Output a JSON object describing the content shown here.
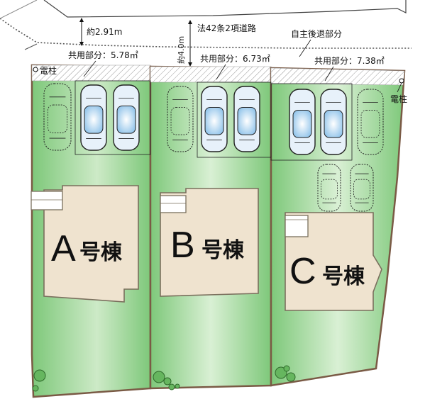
{
  "road": {
    "width_label": "約2.91m",
    "road_class_label": "法42条2項道路",
    "road_width_label": "約4.0m",
    "setback_label": "自主後退部分"
  },
  "lots": [
    {
      "building_letter": "A",
      "building_suffix": "号棟",
      "shared_label": "共用部分：5.78㎡"
    },
    {
      "building_letter": "B",
      "building_suffix": "号棟",
      "shared_label": "共用部分：6.73㎡"
    },
    {
      "building_letter": "C",
      "building_suffix": "号棟",
      "shared_label": "共用部分：7.38㎡"
    }
  ],
  "poles": [
    {
      "label": "電柱"
    },
    {
      "label": "電柱"
    }
  ],
  "colors": {
    "lot_green": "#7ec87a",
    "lot_green_light": "#e6f4e2",
    "building": "#efe3cf",
    "building_stroke": "#7a6f5d",
    "car_blue": "#8fc3ea",
    "lot_border": "#7a5a45"
  }
}
